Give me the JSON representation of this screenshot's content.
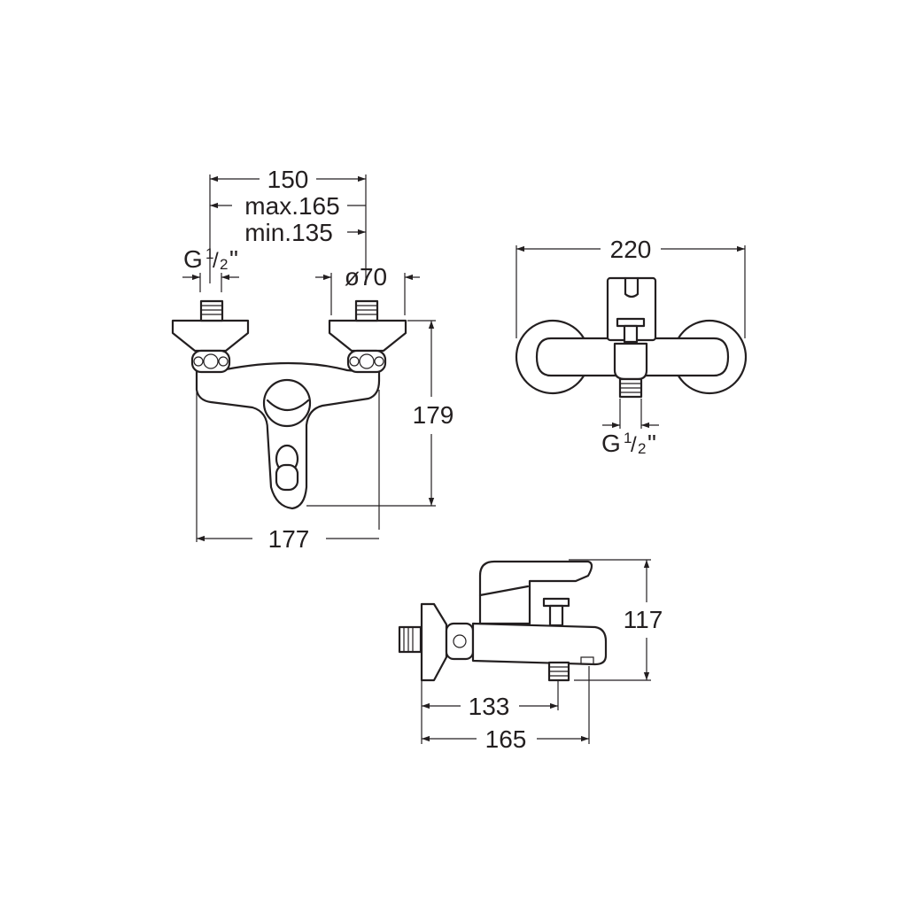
{
  "front_view": {
    "dim_width": "150",
    "dim_max": "max.165",
    "dim_min": "min.135",
    "thread_letter": "G",
    "thread_num": "1",
    "thread_den": "2",
    "thread_quote": "\"",
    "dim_diameter": "ø70",
    "dim_height": "179",
    "dim_projection": "177"
  },
  "top_view": {
    "dim_width": "220",
    "thread_letter": "G",
    "thread_num": "1",
    "thread_den": "2",
    "thread_quote": "\""
  },
  "side_view": {
    "dim_height": "117",
    "dim_outlet": "133",
    "dim_depth": "165"
  },
  "colors": {
    "line": "#231f20",
    "background": "#ffffff"
  }
}
